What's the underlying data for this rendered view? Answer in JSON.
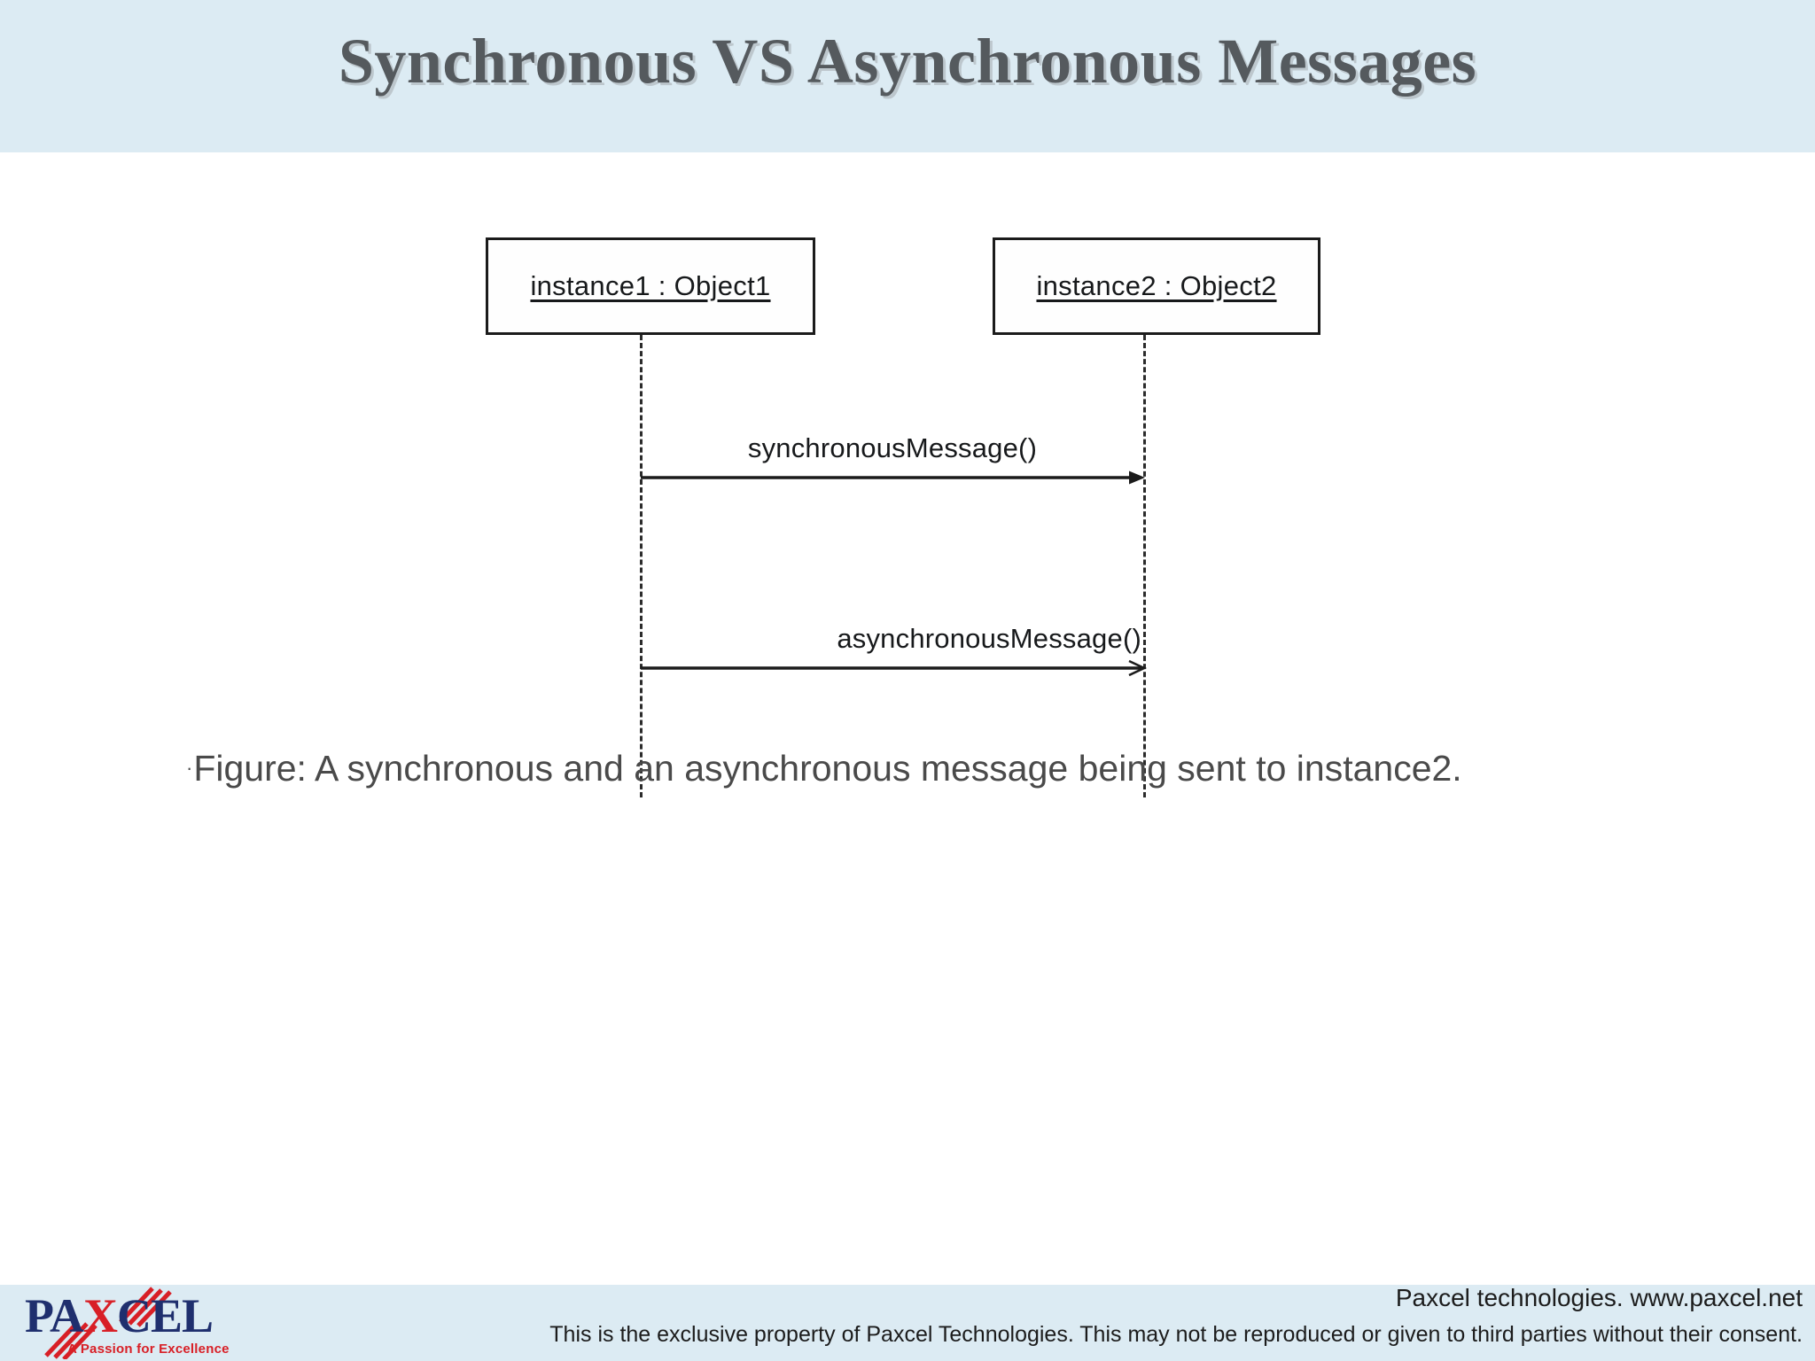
{
  "slide": {
    "title": "Synchronous VS Asynchronous Messages",
    "header_bg": "#dcebf3",
    "title_color": "#555a5e",
    "body_bg": "#ffffff"
  },
  "diagram": {
    "type": "uml-sequence-diagram",
    "lifelines": [
      {
        "id": "lifeline-1",
        "label": "instance1 : Object1"
      },
      {
        "id": "lifeline-2",
        "label": "instance2 : Object2"
      }
    ],
    "messages": [
      {
        "id": "message-sync",
        "label": "synchronousMessage()",
        "kind": "synchronous",
        "arrowhead": "solid-filled-triangle",
        "from": "lifeline-1",
        "to": "lifeline-2"
      },
      {
        "id": "message-async",
        "label": "asynchronousMessage()",
        "kind": "asynchronous",
        "arrowhead": "open-thin",
        "from": "lifeline-1",
        "to": "lifeline-2"
      }
    ],
    "line_color": "#1b1b1b"
  },
  "caption": {
    "bullet": "·",
    "text": "Figure:  A synchronous and an asynchronous message being sent to instance2."
  },
  "footer": {
    "bg": "#dcebf3",
    "logo": {
      "word_pa": "PA",
      "word_x": "X",
      "word_cel": "CEL",
      "tagline": "A Passion for Excellence",
      "navy": "#1f2f6e",
      "red": "#d81f26"
    },
    "site_line": "Paxcel technologies. www.paxcel.net",
    "disclaimer": "This is the exclusive property of Paxcel Technologies. This may not be reproduced or given to third parties without their consent."
  }
}
